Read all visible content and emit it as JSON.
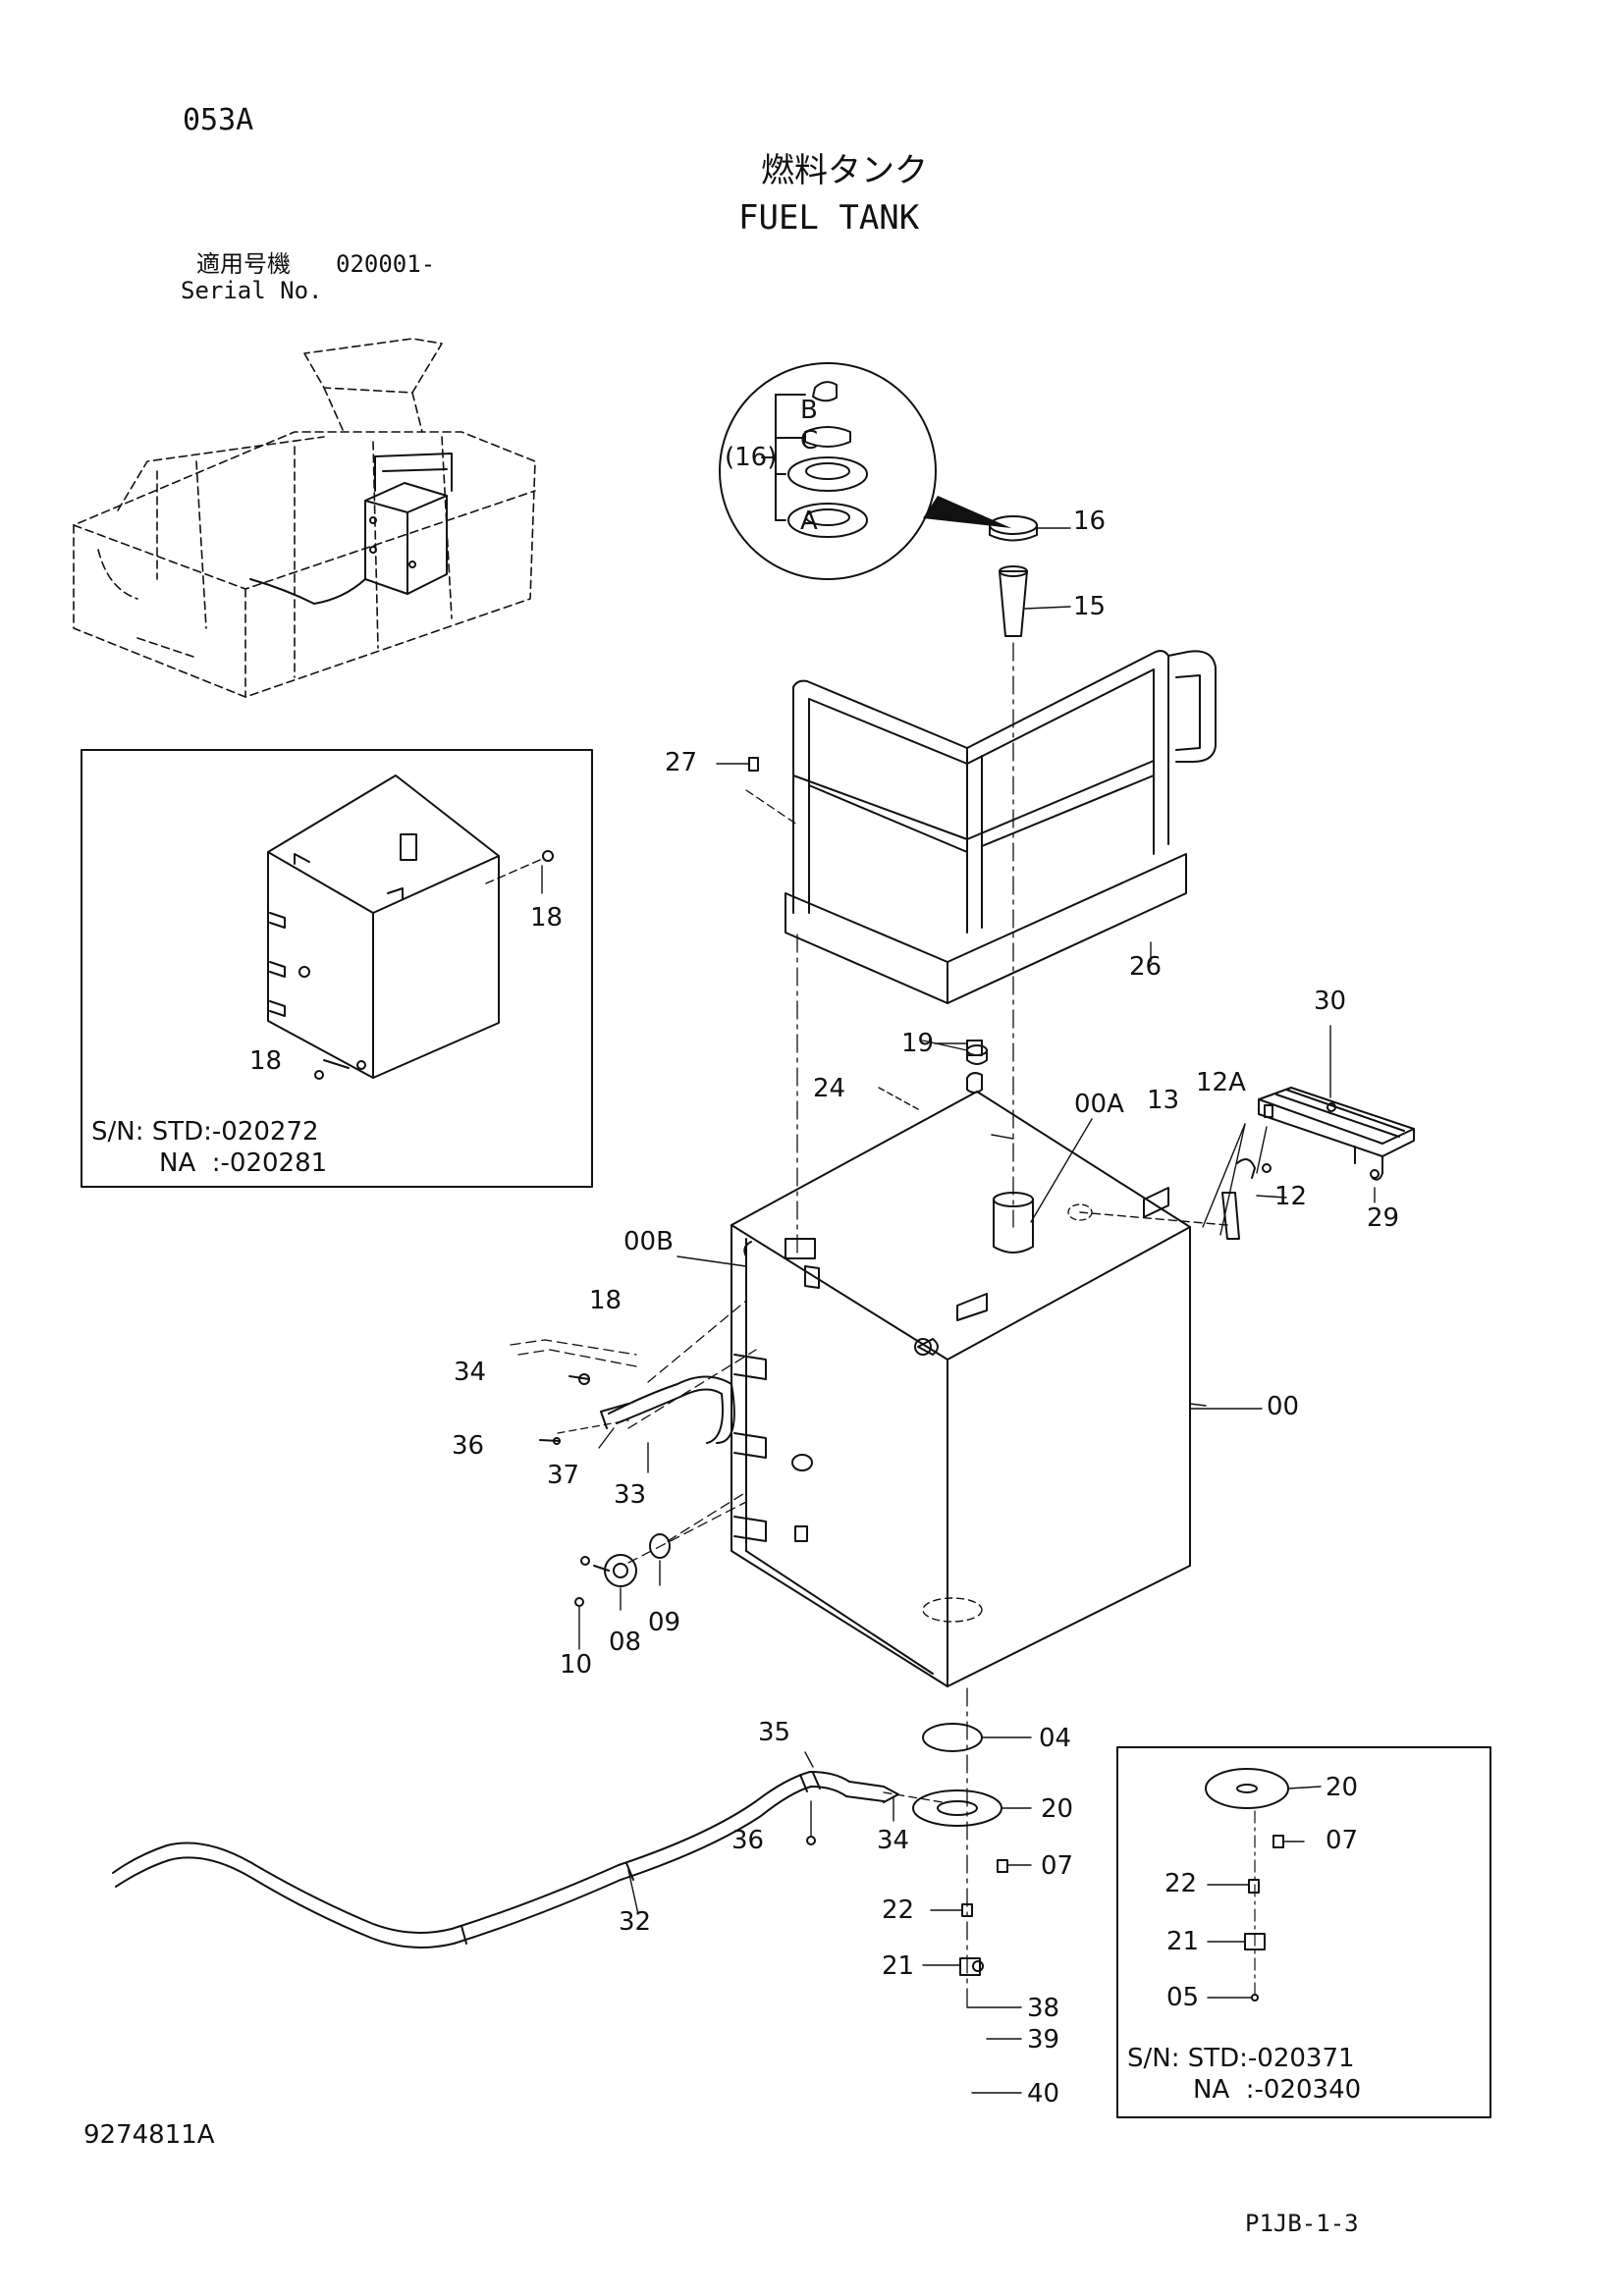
{
  "header": {
    "page_code": "053A",
    "title_jp": "燃料タンク",
    "title_en": "FUEL TANK",
    "serial_jp": "適用号機",
    "serial_value": "020001-",
    "serial_en": "Serial No."
  },
  "inset_left": {
    "sn_line1": "S/N: STD:-020272",
    "sn_line2": "NA  :-020281",
    "callouts": [
      "18",
      "18"
    ]
  },
  "inset_right": {
    "sn_line1": "S/N: STD:-020371",
    "sn_line2": "NA  :-020340",
    "callouts": [
      "20",
      "07",
      "22",
      "21",
      "05"
    ]
  },
  "cap_detail": {
    "callouts": [
      "B",
      "C",
      "(16)",
      "A"
    ]
  },
  "callouts": {
    "c16": "16",
    "c15": "15",
    "c27": "27",
    "c26": "26",
    "c30": "30",
    "c19": "19",
    "c24": "24",
    "c00A": "00A",
    "c13": "13",
    "c12A": "12A",
    "c12": "12",
    "c29": "29",
    "c00B": "00B",
    "c18": "18",
    "c34a": "34",
    "c00": "00",
    "c36a": "36",
    "c37": "37",
    "c33": "33",
    "c09": "09",
    "c10": "10",
    "c08": "08",
    "c35": "35",
    "c04": "04",
    "c20": "20",
    "c34b": "34",
    "c36b": "36",
    "c07": "07",
    "c32": "32",
    "c22": "22",
    "c21": "21",
    "c38": "38",
    "c39": "39",
    "c40": "40"
  },
  "footer": {
    "drawing_number": "9274811A",
    "page_ref": "P1JB-1-3"
  }
}
